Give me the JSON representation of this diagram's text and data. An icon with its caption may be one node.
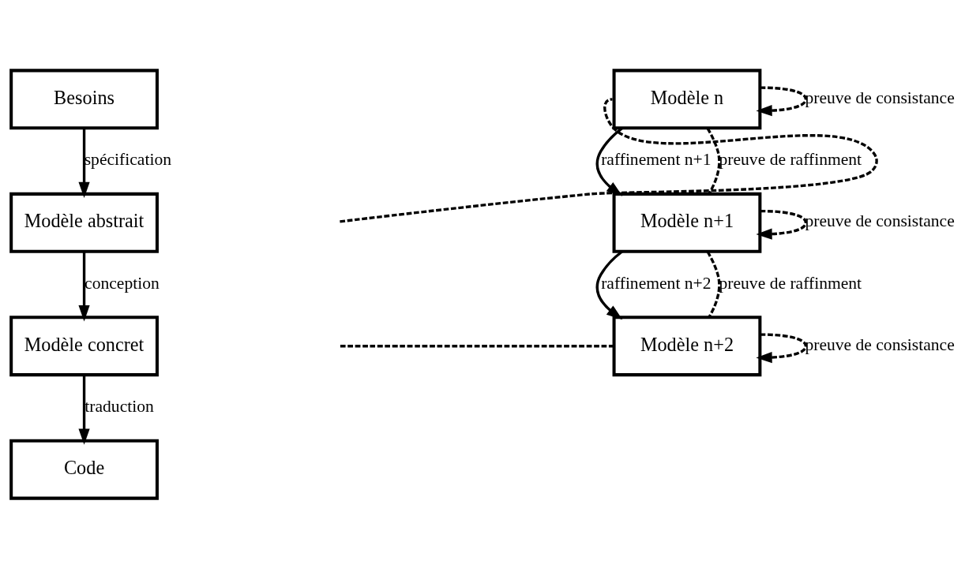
{
  "diagram": {
    "nodes": [
      {
        "text": [
          "Besoins"
        ]
      },
      {
        "text": [
          "Modèle abstrait"
        ]
      },
      {
        "text": [
          "Modèle concret"
        ]
      },
      {
        "text": [
          "Code"
        ]
      },
      {
        "text": [
          "Modèle n"
        ]
      },
      {
        "text": [
          "Modèle n+1"
        ]
      },
      {
        "text": [
          "Modèle n+2"
        ]
      }
    ],
    "edges": [
      {
        "from": 0,
        "to": 1,
        "arrow": "to",
        "label": "spécification"
      },
      {
        "from": 1,
        "to": 2,
        "arrow": "to",
        "label": "conception"
      },
      {
        "from": 2,
        "to": 3,
        "arrow": "to",
        "label": "traduction"
      },
      {
        "from": null,
        "to": 4,
        "arrow": "none",
        "style": "dashed"
      },
      {
        "from": null,
        "to": 6,
        "arrow": "none",
        "style": "dashed"
      },
      {
        "from": 4,
        "to": 4,
        "arrow": "to",
        "style": "dashed",
        "label": "preuve de consistance"
      },
      {
        "from": 4,
        "to": 5,
        "arrow": "to",
        "label": "raffinement n+1"
      },
      {
        "from": 4,
        "to": 5,
        "arrow": "none",
        "style": "dashed",
        "label": "preuve de raffinment"
      },
      {
        "from": 5,
        "to": 5,
        "arrow": "to",
        "style": "dashed",
        "label": "preuve de consistance"
      },
      {
        "from": 5,
        "to": 6,
        "arrow": "to",
        "label": "raffinement n+2"
      },
      {
        "from": 5,
        "to": 6,
        "arrow": "none",
        "style": "dashed",
        "label": "preuve de raffinment"
      },
      {
        "from": 6,
        "to": 6,
        "arrow": "to",
        "style": "dashed",
        "label": "preuve de consistance"
      }
    ]
  }
}
